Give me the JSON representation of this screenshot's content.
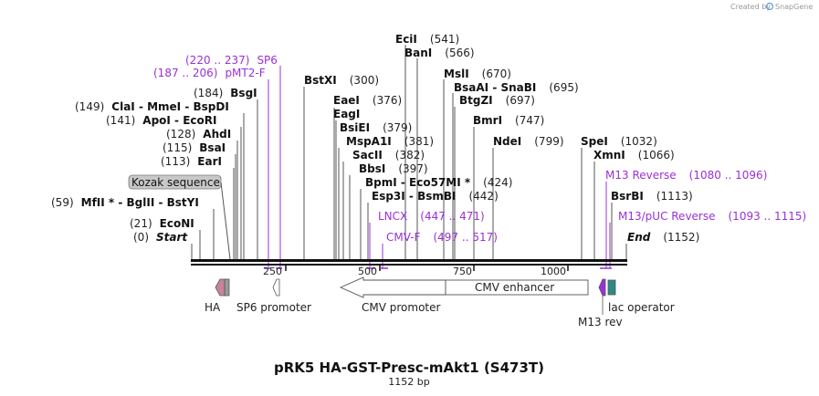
{
  "header": {
    "credit_prefix": "Created by",
    "credit_brand": "SnapGene"
  },
  "footer": {
    "title": "pRK5 HA-GST-Presc-mAkt1 (S473T)",
    "length": "1152 bp"
  },
  "sites": [
    {
      "bp": 0,
      "name": "Start",
      "pos": "(0)",
      "italic": true
    },
    {
      "bp": 21,
      "name": "EcoNI",
      "pos": "(21)"
    },
    {
      "bp": 59,
      "name": "MfII * - BglII - BstYI",
      "pos": "(59)"
    },
    {
      "bp": 113,
      "name": "EarI",
      "pos": "(113)"
    },
    {
      "bp": 115,
      "name": "BsaI",
      "pos": "(115)"
    },
    {
      "bp": 128,
      "name": "AhdI",
      "pos": "(128)"
    },
    {
      "bp": 141,
      "name": "ApoI - EcoRI",
      "pos": "(141)"
    },
    {
      "bp": 149,
      "name": "ClaI - MmeI - BspDI",
      "pos": "(149)"
    },
    {
      "bp": 184,
      "name": "BsgI",
      "pos": "(184)"
    },
    {
      "bp": 300,
      "name": "BstXI",
      "pos": "(300)"
    },
    {
      "bp": 376,
      "name": "EaeI",
      "pos": "(376)"
    },
    {
      "bp": 376,
      "name": "EagI",
      "pos": ""
    },
    {
      "bp": 379,
      "name": "BsiEI",
      "pos": "(379)"
    },
    {
      "bp": 381,
      "name": "MspA1I",
      "pos": "(381)"
    },
    {
      "bp": 382,
      "name": "SacII",
      "pos": "(382)"
    },
    {
      "bp": 397,
      "name": "BbsI",
      "pos": "(397)"
    },
    {
      "bp": 424,
      "name": "BpmI - Eco57MI *",
      "pos": "(424)"
    },
    {
      "bp": 442,
      "name": "Esp3I - BsmBI",
      "pos": "(442)"
    },
    {
      "bp": 541,
      "name": "EciI",
      "pos": "(541)"
    },
    {
      "bp": 566,
      "name": "BanI",
      "pos": "(566)"
    },
    {
      "bp": 670,
      "name": "MslI",
      "pos": "(670)"
    },
    {
      "bp": 695,
      "name": "BsaAI - SnaBI",
      "pos": "(695)"
    },
    {
      "bp": 697,
      "name": "BtgZI",
      "pos": "(697)"
    },
    {
      "bp": 747,
      "name": "BmrI",
      "pos": "(747)"
    },
    {
      "bp": 799,
      "name": "NdeI",
      "pos": "(799)"
    },
    {
      "bp": 1032,
      "name": "SpeI",
      "pos": "(1032)"
    },
    {
      "bp": 1066,
      "name": "XmnI",
      "pos": "(1066)"
    },
    {
      "bp": 1113,
      "name": "BsrBI",
      "pos": "(1113)"
    },
    {
      "bp": 1152,
      "name": "End",
      "pos": "(1152)",
      "italic": true
    }
  ],
  "primers": [
    {
      "name": "SP6",
      "range": "(220 .. 237)"
    },
    {
      "name": "pMT2-F",
      "range": "(187 .. 206)"
    },
    {
      "name": "LNCX",
      "range": "(447 .. 471)"
    },
    {
      "name": "CMV-F",
      "range": "(497 .. 517)"
    },
    {
      "name": "M13 Reverse",
      "range": "(1080 .. 1096)"
    },
    {
      "name": "M13/pUC Reverse",
      "range": "(1093 .. 1115)"
    }
  ],
  "kozak": "Kozak sequence",
  "ruler_ticks": [
    "250",
    "500",
    "750",
    "1000"
  ],
  "features": [
    {
      "name": "HA"
    },
    {
      "name": "SP6 promoter"
    },
    {
      "name": "CMV promoter"
    },
    {
      "name": "CMV enhancer"
    },
    {
      "name": "lac operator"
    },
    {
      "name": "M13 rev"
    }
  ],
  "colors": {
    "primer": "#9b30d9",
    "HA": "#c9829d",
    "lac_operator": "#2b8a86",
    "m13": "#9b30d9",
    "kozak": "#c8c8c8"
  }
}
